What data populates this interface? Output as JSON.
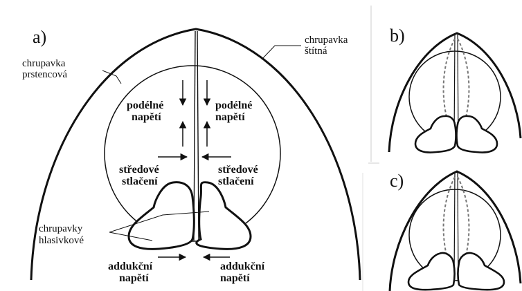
{
  "panels": {
    "a": {
      "letter": "a)"
    },
    "b": {
      "letter": "b)"
    },
    "c": {
      "letter": "c)"
    }
  },
  "labels": {
    "thyroid_cartilage": [
      "chrupavka",
      "štítná"
    ],
    "cricoid_cartilage": [
      "chrupavka",
      "prstencová"
    ],
    "arytenoid_cartilages": [
      "chrupavky",
      "hlasivkové"
    ],
    "longitudinal_tension_left": [
      "podélné",
      "napětí"
    ],
    "longitudinal_tension_right": [
      "podélné",
      "napětí"
    ],
    "medial_compression_left": [
      "středové",
      "stlačení"
    ],
    "medial_compression_right": [
      "středové",
      "stlačení"
    ],
    "adductive_tension_left": [
      "addukční",
      "napětí"
    ],
    "adductive_tension_right": [
      "addukční",
      "napětí"
    ]
  },
  "colors": {
    "ink": "#111111",
    "dashed_fold": "#777777",
    "divider": "#cccccc"
  }
}
